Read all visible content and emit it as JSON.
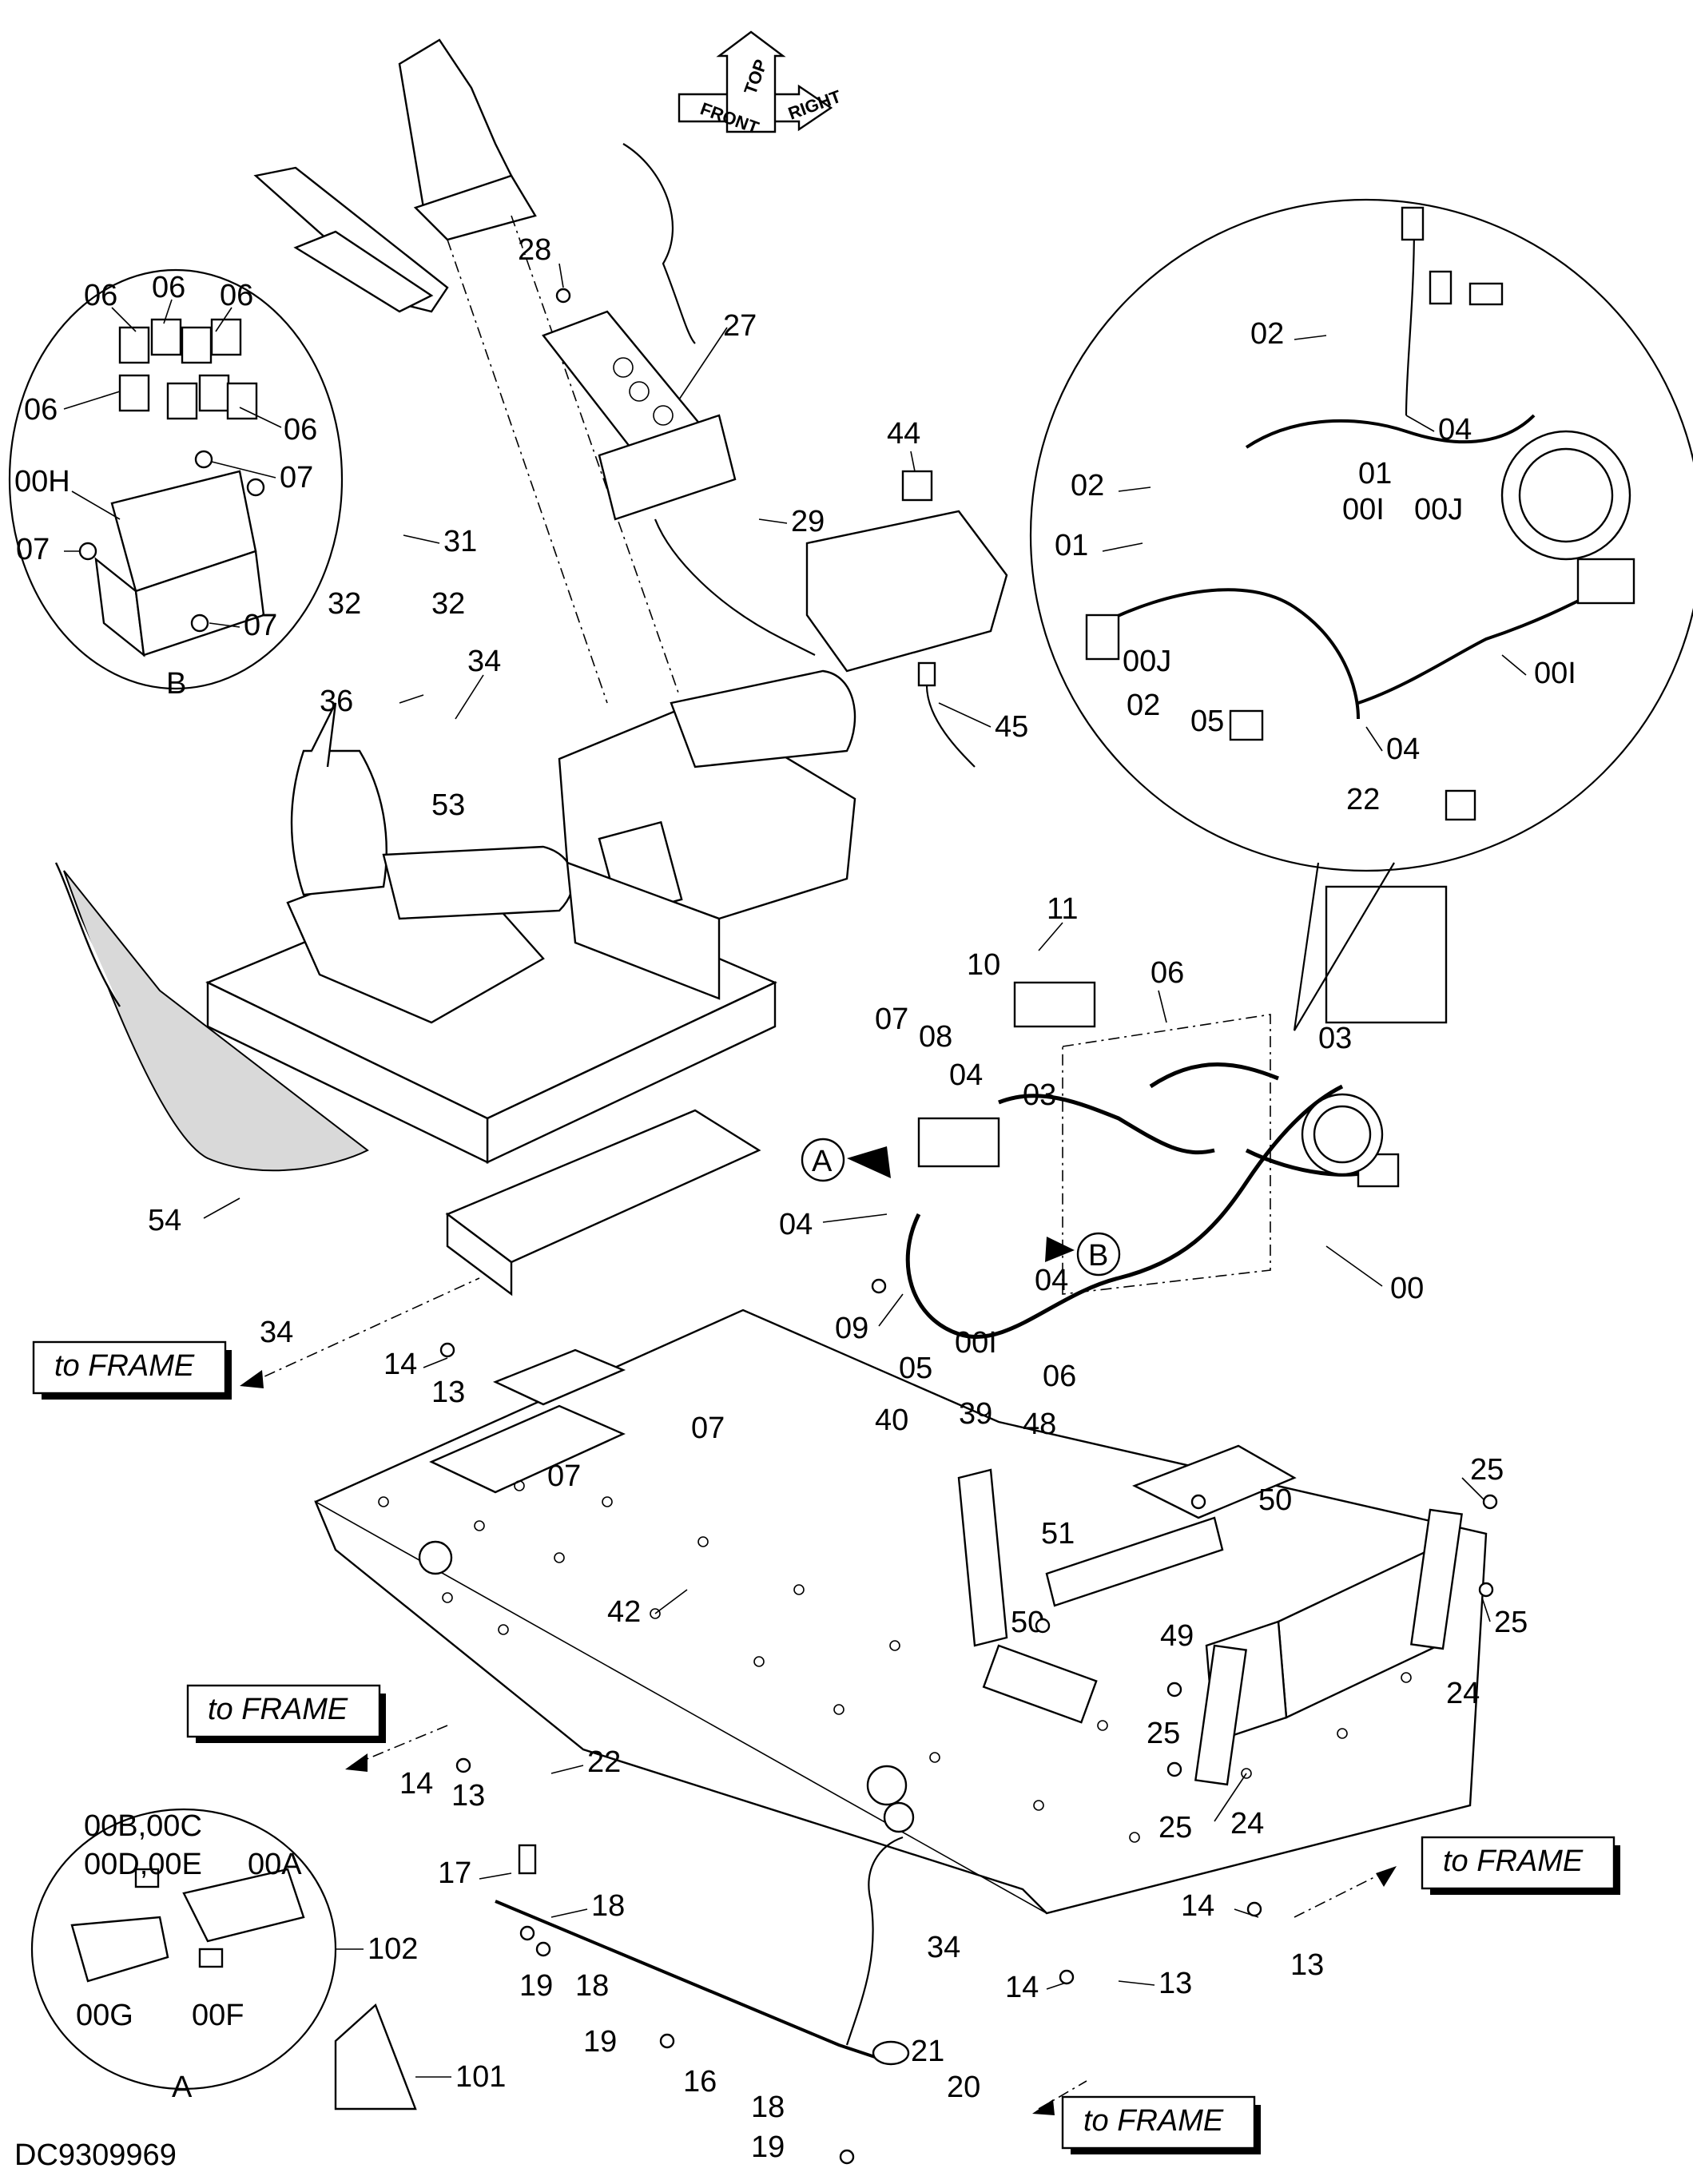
{
  "drawing_code": "DC9309969",
  "orientation": {
    "front": "FRONT",
    "top": "TOP",
    "right": "RIGHT"
  },
  "to_frame": "to FRAME",
  "detail_a": {
    "letter": "A",
    "codes_1": "00B,00C",
    "codes_2": "00D,00E",
    "code_a": "00A",
    "code_g": "00G",
    "code_f": "00F",
    "ref": "102"
  },
  "detail_b": {
    "letter": "B",
    "relay": "06",
    "box": "00H",
    "screw": "07"
  },
  "callout_a": "A",
  "callout_b": "B",
  "part_101": "101",
  "labels": {
    "p00": "00",
    "p00I": "00I",
    "p00J": "00J",
    "p01": "01",
    "p02": "02",
    "p03": "03",
    "p04": "04",
    "p05": "05",
    "p06": "06",
    "p07": "07",
    "p08": "08",
    "p09": "09",
    "p10": "10",
    "p11": "11",
    "p13": "13",
    "p14": "14",
    "p16": "16",
    "p17": "17",
    "p18": "18",
    "p19": "19",
    "p20": "20",
    "p21": "21",
    "p22": "22",
    "p24": "24",
    "p25": "25",
    "p27": "27",
    "p28": "28",
    "p29": "29",
    "p31": "31",
    "p32": "32",
    "p34": "34",
    "p36": "36",
    "p39": "39",
    "p40": "40",
    "p42": "42",
    "p44": "44",
    "p45": "45",
    "p48": "48",
    "p49": "49",
    "p50": "50",
    "p51": "51",
    "p53": "53",
    "p54": "54"
  }
}
